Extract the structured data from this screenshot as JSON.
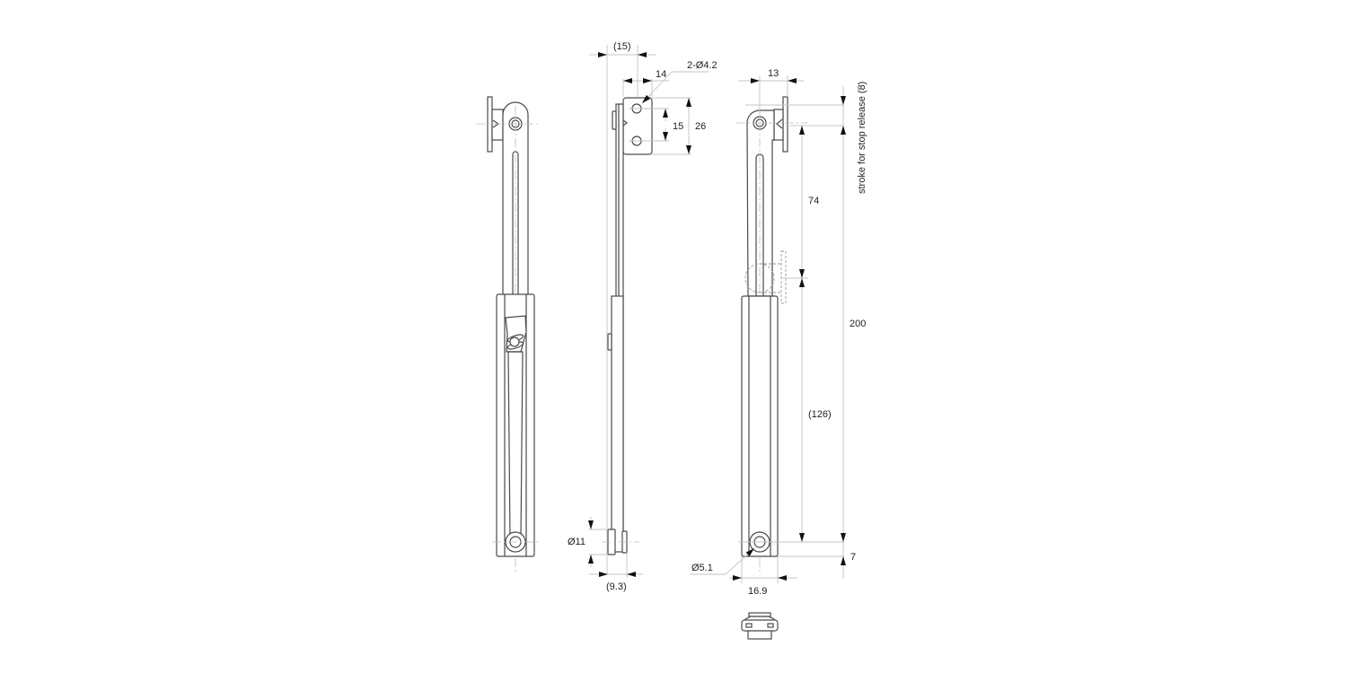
{
  "drawing": {
    "title": "Stay / lid support technical drawing",
    "views": [
      {
        "name": "front-view-unlocked"
      },
      {
        "name": "side-view"
      },
      {
        "name": "front-view-dimensioned"
      },
      {
        "name": "bottom-view"
      }
    ],
    "dimensions": {
      "side_top_offset": "(15)",
      "bracket_width": "14",
      "hole_spec": "2-Ø4.2",
      "hole_spacing": "15",
      "bracket_height": "26",
      "bottom_diameter": "Ø11",
      "bottom_depth": "(9.3)",
      "front_top_width": "13",
      "stroke_label": "stroke for stop release (8)",
      "upper_length": "74",
      "overall_length": "200",
      "lower_length": "(126)",
      "bottom_offset": "7",
      "pivot_hole": "Ø5.1",
      "body_width": "16.9"
    }
  }
}
